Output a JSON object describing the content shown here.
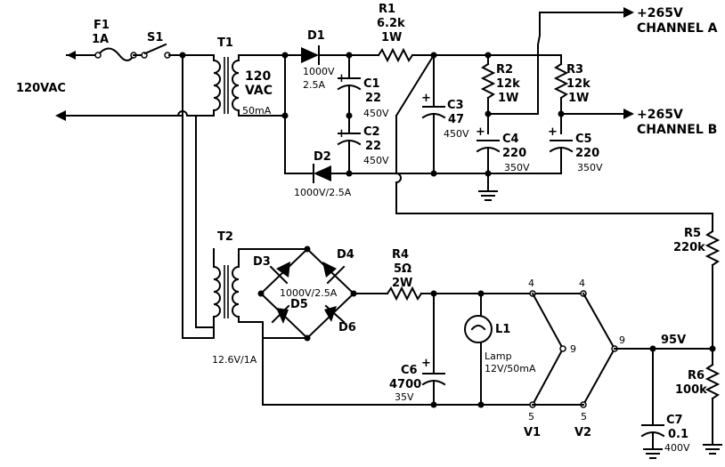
{
  "input": {
    "voltage": "120VAC"
  },
  "fuse": {
    "ref": "F1",
    "rating": "1A"
  },
  "switch": {
    "ref": "S1"
  },
  "t1": {
    "ref": "T1",
    "line1": "120",
    "line2": "VAC",
    "current": "50mA"
  },
  "t2": {
    "ref": "T2",
    "rating": "12.6V/1A"
  },
  "d1": {
    "ref": "D1",
    "rating_v": "1000V",
    "rating_a": "2.5A"
  },
  "d2": {
    "ref": "D2",
    "rating": "1000V/2.5A"
  },
  "r1": {
    "ref": "R1",
    "value": "6.2k",
    "power": "1W"
  },
  "c1": {
    "ref": "C1",
    "value": "22",
    "voltage": "450V"
  },
  "c2": {
    "ref": "C2",
    "value": "22",
    "voltage": "450V"
  },
  "c3": {
    "ref": "C3",
    "value": "47",
    "voltage": "450V"
  },
  "r2": {
    "ref": "R2",
    "value": "12k",
    "power": "1W"
  },
  "r3": {
    "ref": "R3",
    "value": "12k",
    "power": "1W"
  },
  "c4": {
    "ref": "C4",
    "value": "220",
    "voltage": "350V"
  },
  "c5": {
    "ref": "C5",
    "value": "220",
    "voltage": "350V"
  },
  "out_a": {
    "voltage": "+265V",
    "name": "CHANNEL A"
  },
  "out_b": {
    "voltage": "+265V",
    "name": "CHANNEL B"
  },
  "bridge": {
    "d3": "D3",
    "d4": "D4",
    "d5": "D5",
    "d6": "D6",
    "rating": "1000V/2.5A"
  },
  "r4": {
    "ref": "R4",
    "value": "5Ω",
    "power": "2W"
  },
  "c6": {
    "ref": "C6",
    "value": "4700",
    "voltage": "35V"
  },
  "lamp": {
    "ref": "L1",
    "line1": "Lamp",
    "line2": "12V/50mA"
  },
  "r5": {
    "ref": "R5",
    "value": "220k"
  },
  "r6": {
    "ref": "R6",
    "value": "100k"
  },
  "c7": {
    "ref": "C7",
    "value": "0.1",
    "voltage": "400V"
  },
  "node_95": "95V",
  "tubes": {
    "v1": {
      "ref": "V1",
      "pin_top": "4",
      "pin_mid": "9",
      "pin_bot": "5"
    },
    "v2": {
      "ref": "V2",
      "pin_top": "4",
      "pin_mid": "9",
      "pin_bot": "5"
    }
  },
  "plus": "+"
}
